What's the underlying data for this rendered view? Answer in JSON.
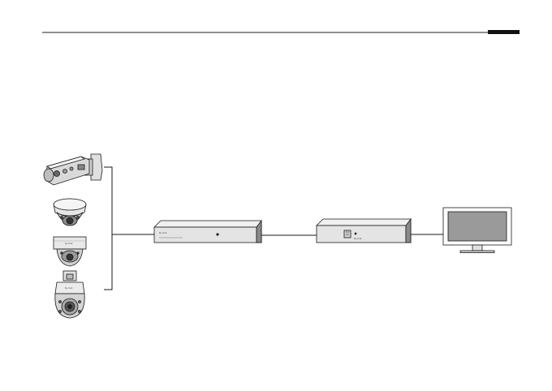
{
  "devices": {
    "switch_brand": "tp-link",
    "nvr_brand": "tp-link",
    "dome_brand": "tp-link",
    "ptz_brand": "tp-link"
  },
  "colors": {
    "line": "#1a1a1a",
    "body_light": "#f2f2f2",
    "body_mid": "#bdbdbd",
    "body_dark": "#7a7a7a",
    "screen": "#9a9a9a",
    "header_bar": "#111111"
  }
}
